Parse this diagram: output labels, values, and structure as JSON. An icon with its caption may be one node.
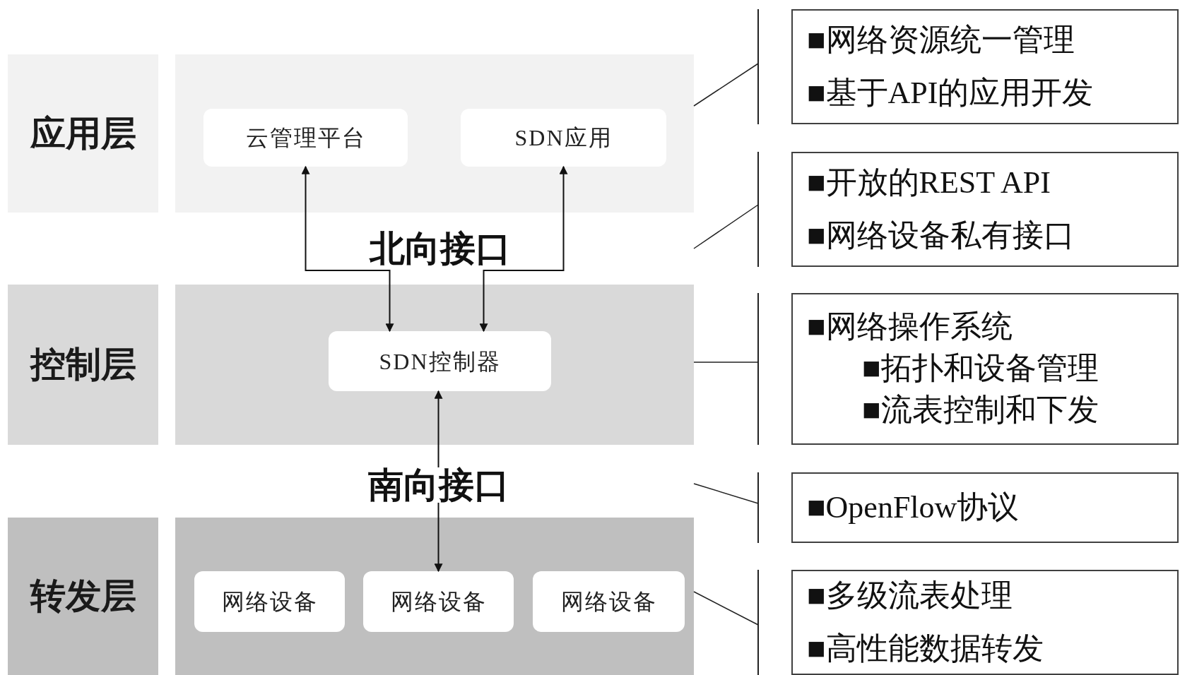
{
  "diagram": {
    "nodes": [
      {
        "text": [
          "应用层"
        ]
      },
      {
        "text": [],
        "shape": "box"
      },
      {
        "text": [
          "云管理平台"
        ],
        "in": 1
      },
      {
        "text": [
          "SDN应用"
        ],
        "in": 1
      },
      {
        "text": [
          "控制层"
        ]
      },
      {
        "text": [],
        "shape": "box"
      },
      {
        "text": [
          "SDN控制器"
        ],
        "in": 5
      },
      {
        "text": [
          "转发层"
        ]
      },
      {
        "text": [],
        "shape": "box"
      },
      {
        "text": [
          "网络设备"
        ],
        "in": 8
      },
      {
        "text": [
          "网络设备"
        ],
        "in": 8
      },
      {
        "text": [
          "网络设备"
        ],
        "in": 8
      },
      {
        "text": [
          "■网络资源统一管理",
          "■基于API的应用开发"
        ]
      },
      {
        "text": [
          "■开放的REST API",
          "■网络设备私有接口"
        ]
      },
      {
        "text": [
          "■网络操作系统",
          "■拓扑和设备管理",
          "■流表控制和下发"
        ]
      },
      {
        "text": [
          "■OpenFlow协议"
        ]
      },
      {
        "text": [
          "■多级流表处理",
          "■高性能数据转发"
        ]
      }
    ],
    "edges": [
      {
        "from": 2,
        "to": 6,
        "arrow": "both"
      },
      {
        "from": 3,
        "to": 6,
        "arrow": "both"
      },
      {
        "from": 6,
        "to": 10,
        "arrow": "both",
        "label": "南向接口"
      }
    ],
    "labels": [
      "北向接口"
    ]
  }
}
